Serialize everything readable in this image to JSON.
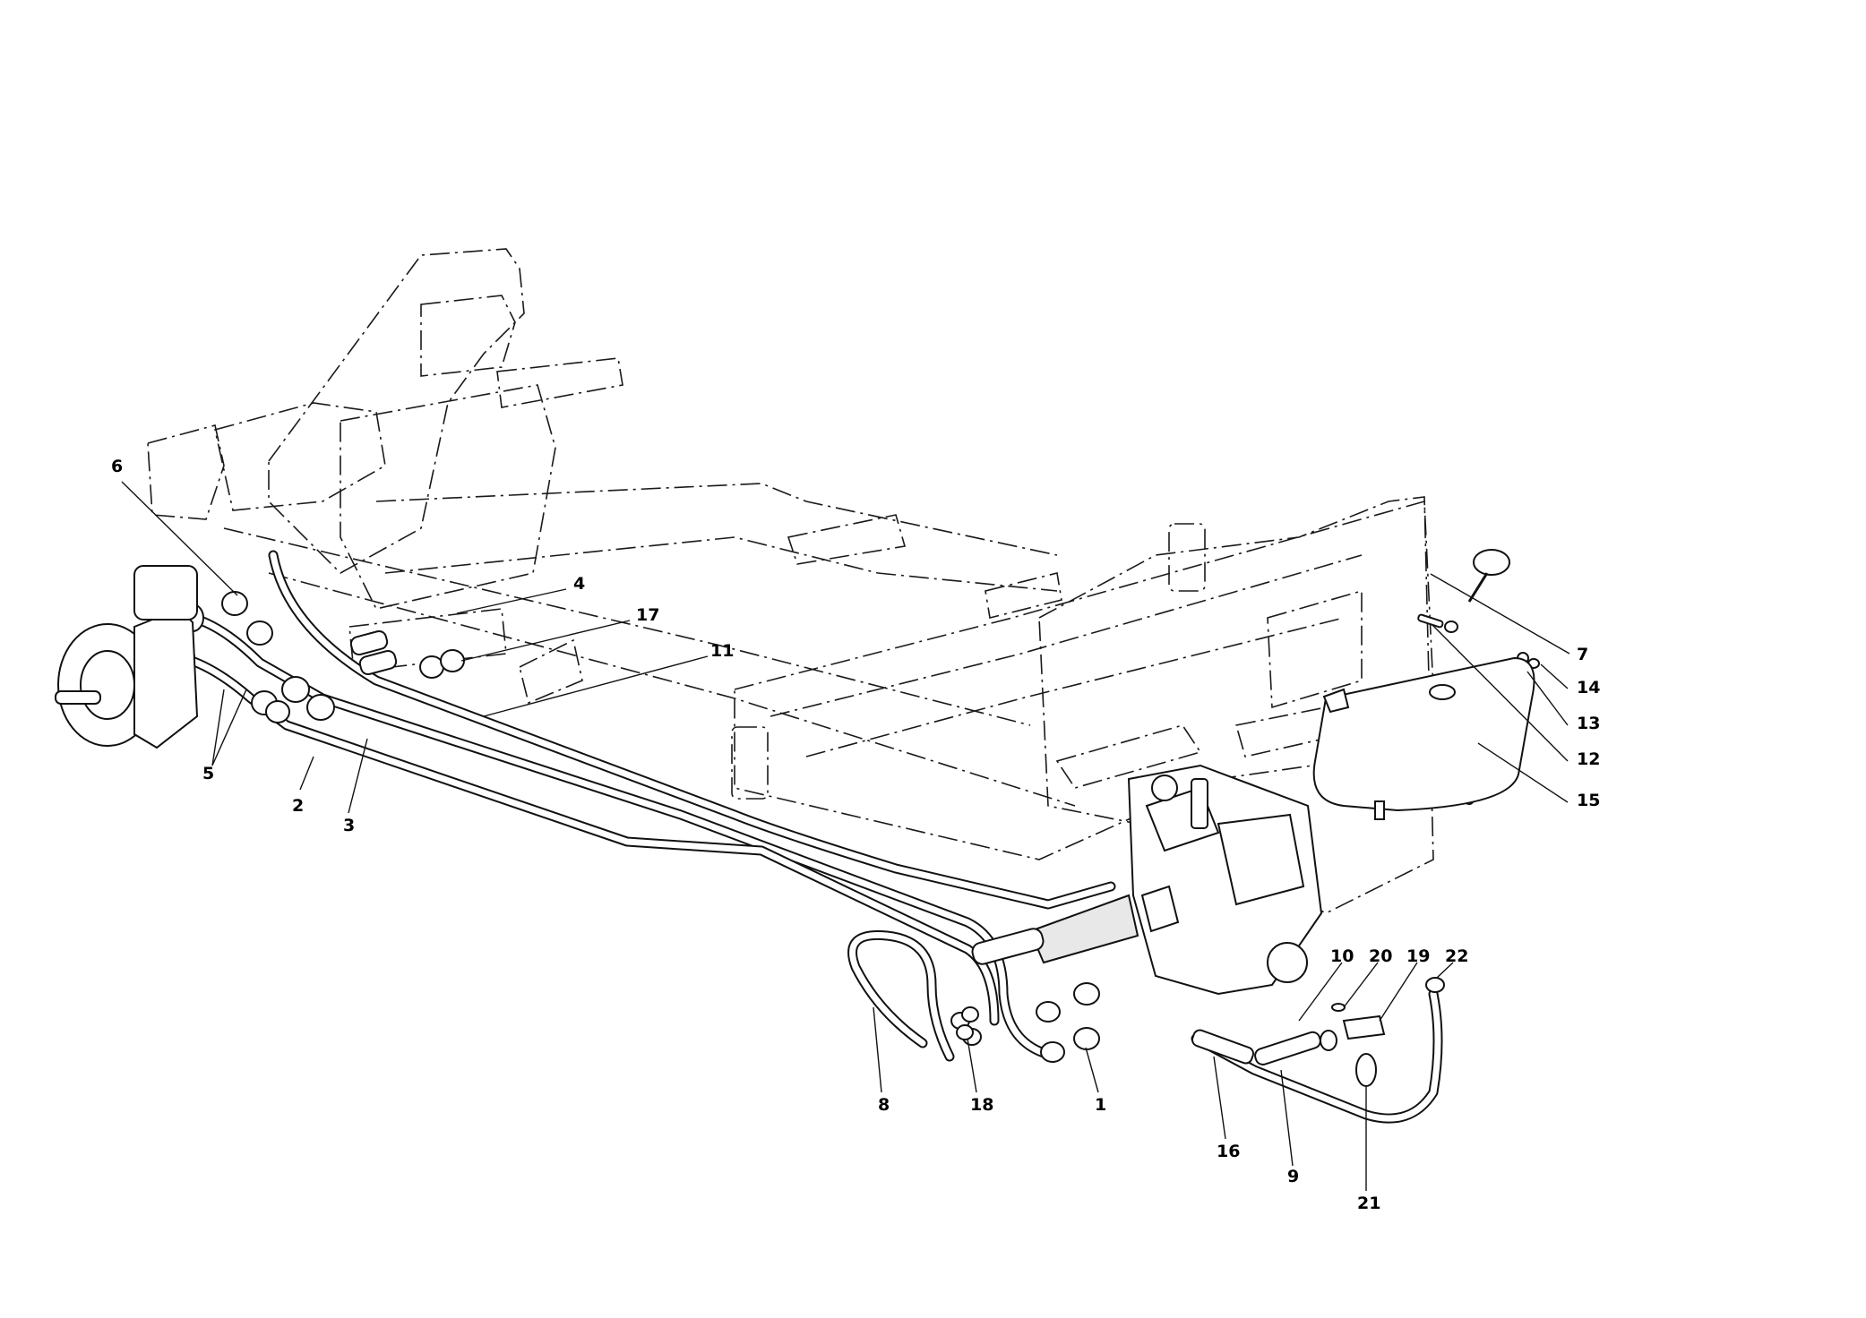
{
  "callouts": [
    {
      "id": "1",
      "label": "1"
    },
    {
      "id": "2",
      "label": "2"
    },
    {
      "id": "3",
      "label": "3"
    },
    {
      "id": "4",
      "label": "4"
    },
    {
      "id": "5",
      "label": "5"
    },
    {
      "id": "6",
      "label": "6"
    },
    {
      "id": "7",
      "label": "7"
    },
    {
      "id": "8",
      "label": "8"
    },
    {
      "id": "9",
      "label": "9"
    },
    {
      "id": "10",
      "label": "10"
    },
    {
      "id": "11",
      "label": "11"
    },
    {
      "id": "12",
      "label": "12"
    },
    {
      "id": "13",
      "label": "13"
    },
    {
      "id": "14",
      "label": "14"
    },
    {
      "id": "15",
      "label": "15"
    },
    {
      "id": "16",
      "label": "16"
    },
    {
      "id": "17",
      "label": "17"
    },
    {
      "id": "18",
      "label": "18"
    },
    {
      "id": "19",
      "label": "19"
    },
    {
      "id": "20",
      "label": "20"
    },
    {
      "id": "21",
      "label": "21"
    },
    {
      "id": "22",
      "label": "22"
    }
  ],
  "colors": {
    "line": "#111111",
    "background": "#ffffff"
  }
}
